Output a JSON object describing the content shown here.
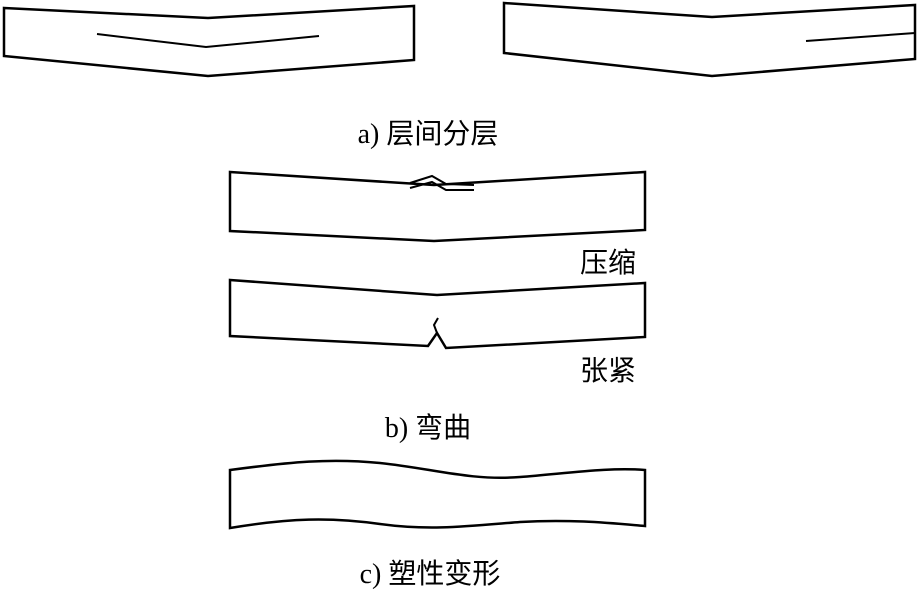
{
  "labels": {
    "delamination": "a) 层间分层",
    "compression": "压缩",
    "tension": "张紧",
    "bending": "b) 弯曲",
    "plastic": "c) 塑性变形"
  }
}
